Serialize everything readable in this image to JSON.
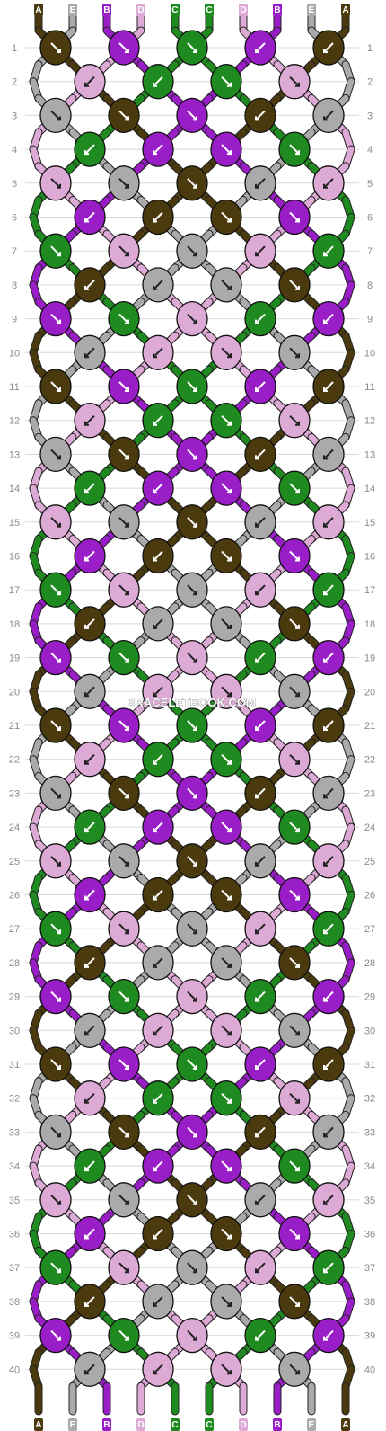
{
  "watermark": "BRACELETBOOK.COM",
  "thread_letters_top": [
    "A",
    "E",
    "B",
    "D",
    "C",
    "C",
    "D",
    "B",
    "E",
    "A"
  ],
  "thread_letters_bottom": [
    "A",
    "E",
    "B",
    "D",
    "C",
    "C",
    "D",
    "B",
    "E",
    "A"
  ],
  "colors": {
    "A": "#4a3a0e",
    "B": "#9a1ec8",
    "C": "#1f8a1f",
    "D": "#ddaad5",
    "E": "#aaaaaa"
  },
  "row_labels": [
    "1",
    "2",
    "3",
    "4",
    "5",
    "6",
    "7",
    "8",
    "9",
    "10",
    "11",
    "12",
    "13",
    "14",
    "15",
    "16",
    "17",
    "18",
    "19",
    "20",
    "21",
    "22",
    "23",
    "24",
    "25",
    "26",
    "27",
    "28",
    "29",
    "30",
    "31",
    "32",
    "33",
    "34",
    "35",
    "36",
    "37",
    "38",
    "39",
    "40"
  ]
}
